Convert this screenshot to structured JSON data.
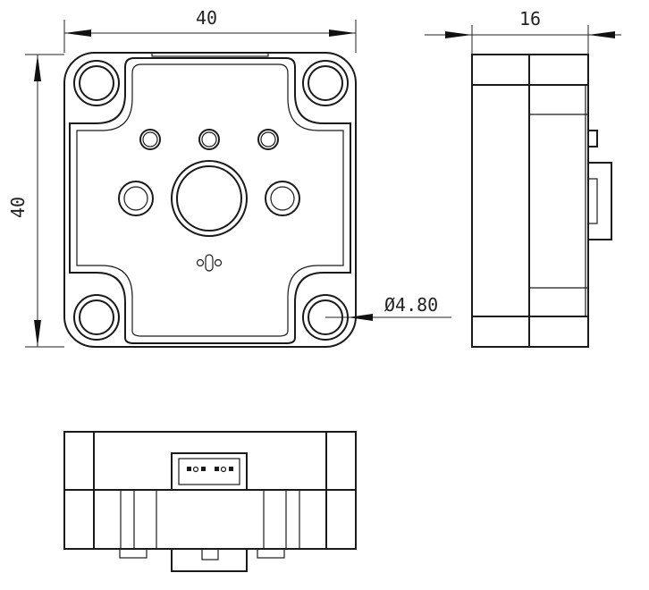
{
  "dimensions": {
    "front_width": "40",
    "front_height": "40",
    "side_depth": "16",
    "hole_diameter": "Ø4.80"
  },
  "colors": {
    "line": "#1a1a1a",
    "background": "#ffffff"
  }
}
